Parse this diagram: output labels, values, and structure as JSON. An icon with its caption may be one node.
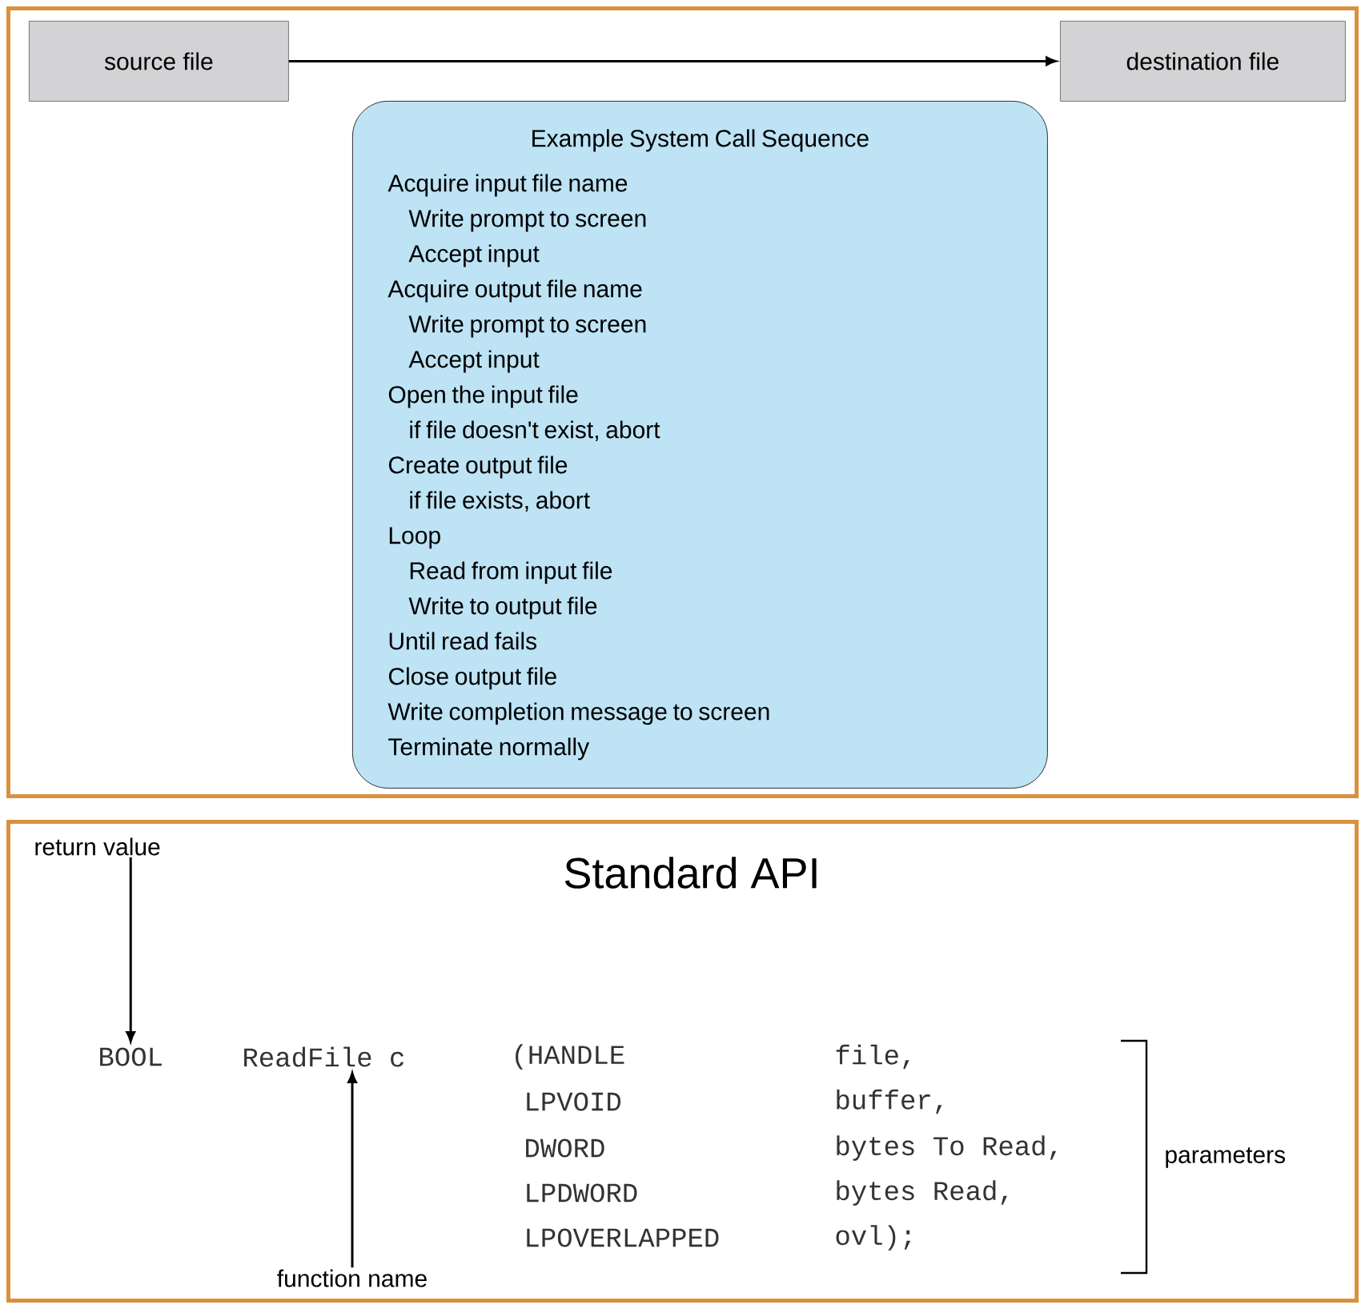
{
  "diagram": {
    "title": "Standard API",
    "nodes": [
      {
        "text": [],
        "shape": "box"
      },
      {
        "text": [
          "source file"
        ],
        "in": 0
      },
      {
        "text": [
          "destination file"
        ],
        "in": 0
      },
      {
        "text": [
          "Example System Call Sequence",
          "Acquire input file name",
          "Write prompt to screen",
          "Accept input",
          "Acquire output file name",
          "Write prompt to screen",
          "Accept input",
          "Open the input file",
          "if file doesn't exist, abort",
          "Create output file",
          "if file exists, abort",
          "Loop",
          "Read from input file",
          "Write to output file",
          "Until read fails",
          "Close output file",
          "Write completion message to screen",
          "Terminate normally"
        ],
        "in": 0
      },
      {
        "text": [],
        "shape": "box"
      },
      {
        "text": [
          "return value"
        ],
        "in": 4
      },
      {
        "text": [
          "BOOL"
        ],
        "in": 4
      },
      {
        "text": [
          "function name"
        ],
        "in": 4
      },
      {
        "text": [
          "ReadFile c"
        ],
        "in": 4
      }
    ],
    "edges": [
      {
        "from": 1,
        "to": 2,
        "arrow": "to"
      },
      {
        "from": 5,
        "to": 6,
        "arrow": "to"
      },
      {
        "from": 7,
        "to": 8,
        "arrow": "to"
      }
    ],
    "labels": [
      "(HANDLE",
      "file,",
      "LPVOID",
      "buffer,",
      "DWORD",
      "bytes To Read,",
      "LPDWORD",
      "bytes Read,",
      "LPOVERLAPPED",
      "ovl);",
      "parameters"
    ]
  }
}
